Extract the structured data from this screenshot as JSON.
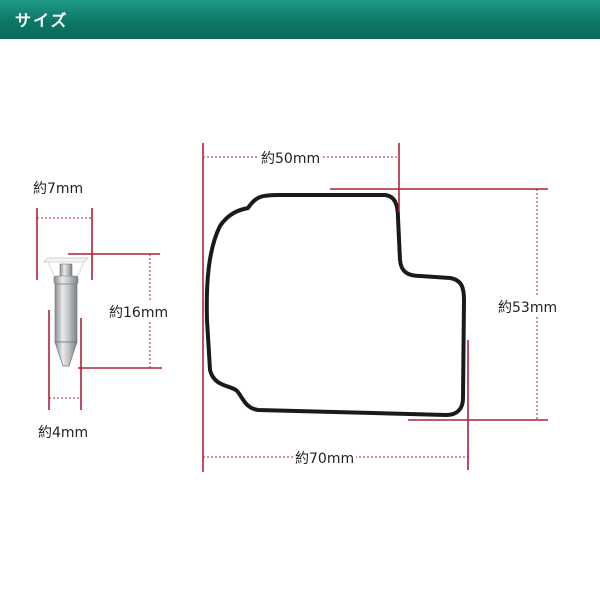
{
  "header": {
    "title": "サイズ",
    "color": "#0d7766"
  },
  "labels": {
    "needle_width_top": "約7mm",
    "needle_length": "約16mm",
    "needle_width_bottom": "約4mm",
    "gasket_top_width": "約50mm",
    "gasket_height": "約53mm",
    "gasket_width": "約70mm"
  },
  "colors": {
    "dimension_line": "#b0203a",
    "gasket": "#1a1a1a",
    "needle_metal": "#b8bcc0"
  }
}
